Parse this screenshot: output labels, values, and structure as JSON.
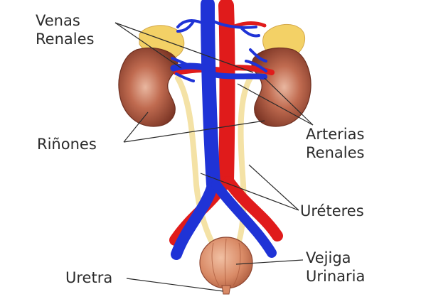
{
  "labels": {
    "venas_renales": [
      "Venas",
      "Renales"
    ],
    "rinones": "Riñones",
    "arterias_renales": [
      "Arterias",
      "Renales"
    ],
    "ureteres": "Uréteres",
    "vejiga_urinaria": [
      "Vejiga",
      "Urinaria"
    ],
    "uretra": "Uretra"
  },
  "colors": {
    "vein": "#1f33d6",
    "artery": "#e01b1b",
    "kidney": "#a8503a",
    "kidney_dark": "#7a3424",
    "adrenal": "#f3d166",
    "ureter": "#f4e2a6",
    "bladder": "#d98a66"
  }
}
